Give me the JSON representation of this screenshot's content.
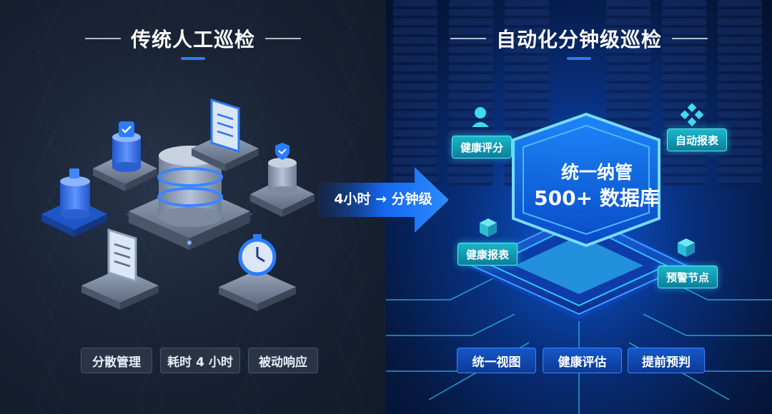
{
  "left": {
    "title": "传统人工巡检",
    "tags": [
      "分散管理",
      "耗时 4 小时",
      "被动响应"
    ]
  },
  "arrow": {
    "label": "4小时 → 分钟级"
  },
  "right": {
    "title": "自动化分钟级巡检",
    "center_line1": "统一纳管",
    "center_line2": "500+ 数据库",
    "callouts": [
      "健康评分",
      "自动报表",
      "健康报表",
      "预警节点"
    ],
    "tags": [
      "统一视图",
      "健康评估",
      "提前预判"
    ]
  },
  "colors": {
    "accent": "#2b7cff",
    "teal": "#1bb7c9",
    "dark_bg": "#111a2a",
    "blue_bg": "#0d5bd8"
  }
}
